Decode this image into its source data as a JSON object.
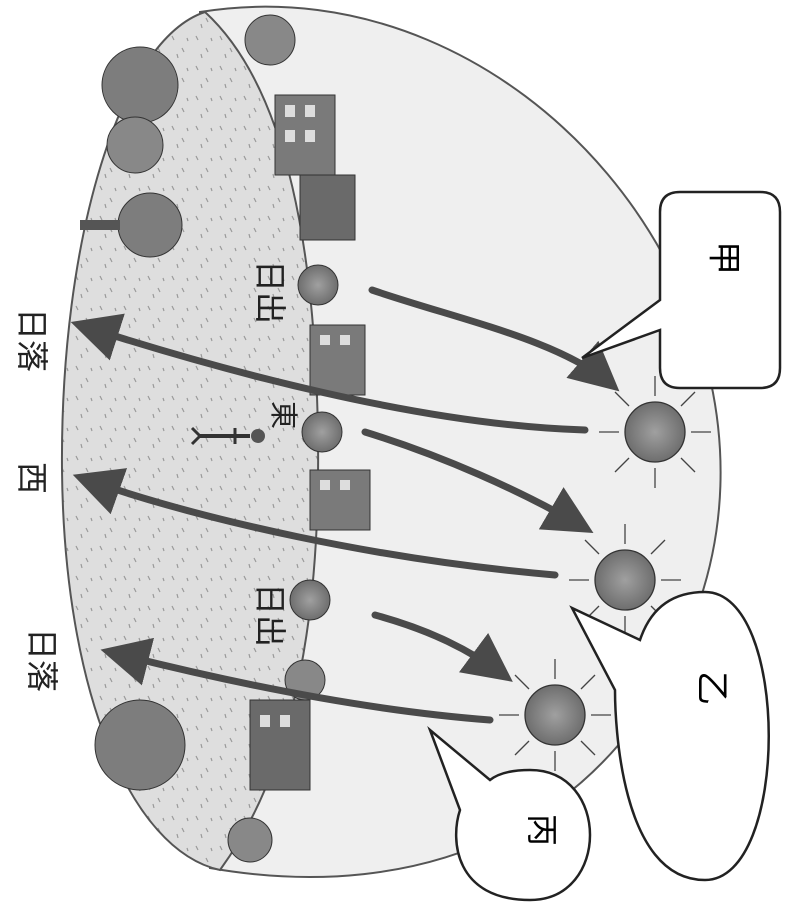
{
  "labels": {
    "sunset_top": "日落",
    "west": "西",
    "sunset_bottom": "日落",
    "sunrise_top": "日出",
    "east": "東",
    "sunrise_bottom": "日出"
  },
  "callouts": {
    "jia": "甲",
    "yi": "乙",
    "bing": "丙"
  },
  "icons": {
    "sun": "sun-icon",
    "person": "person-icon",
    "tree": "tree-icon",
    "building": "building-icon"
  },
  "colors": {
    "arrow": "#4a4a4a",
    "sun_fill": "#8a8a8a",
    "ground": "#dcdcdc",
    "sky": "#efefef"
  }
}
